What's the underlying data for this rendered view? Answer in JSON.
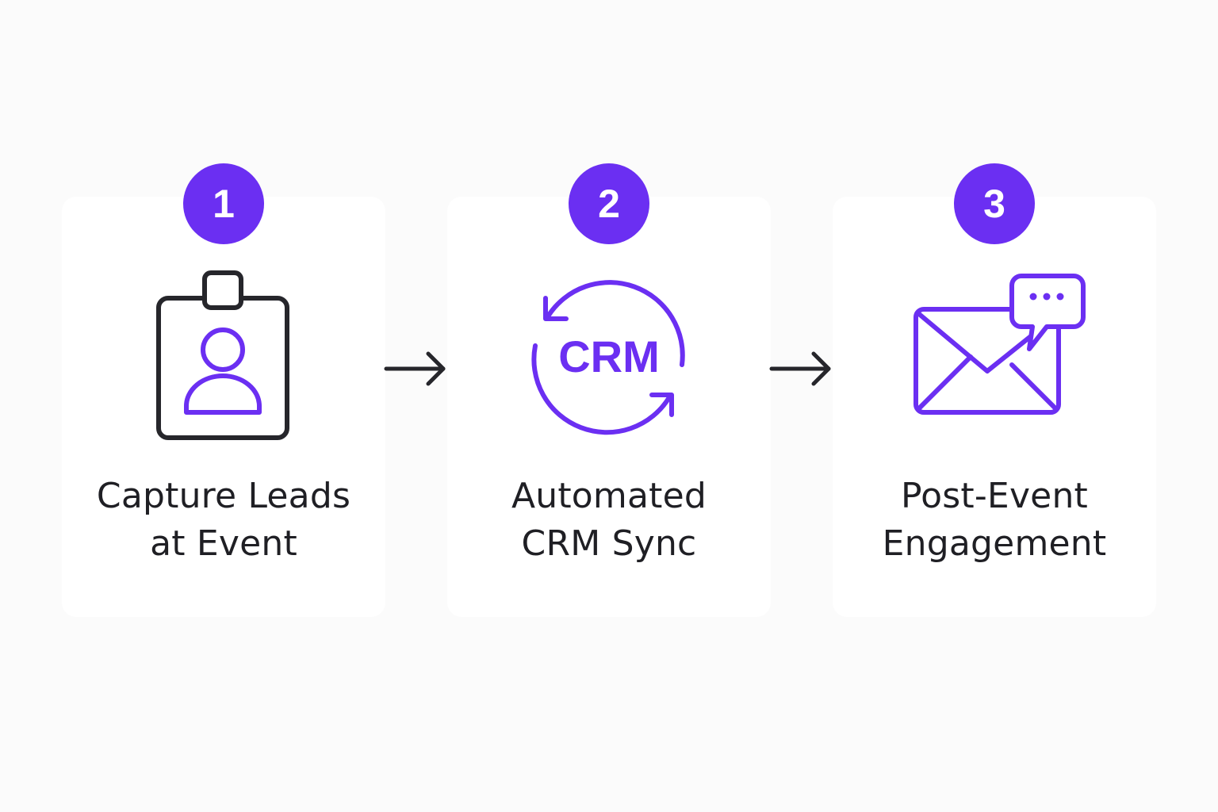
{
  "colors": {
    "accent": "#6b2ff2",
    "dark": "#26262b",
    "background": "#fbfbfb",
    "card": "#ffffff"
  },
  "steps": [
    {
      "number": "1",
      "icon": "id-badge-icon",
      "label_lines": [
        "Capture Leads",
        "at Event"
      ]
    },
    {
      "number": "2",
      "icon": "crm-sync-icon",
      "icon_text": "CRM",
      "label_lines": [
        "Automated",
        "CRM Sync"
      ]
    },
    {
      "number": "3",
      "icon": "email-chat-icon",
      "label_lines": [
        "Post-Event",
        "Engagement"
      ]
    }
  ],
  "connectors": [
    {
      "icon": "arrow-right-icon"
    },
    {
      "icon": "arrow-right-icon"
    }
  ]
}
